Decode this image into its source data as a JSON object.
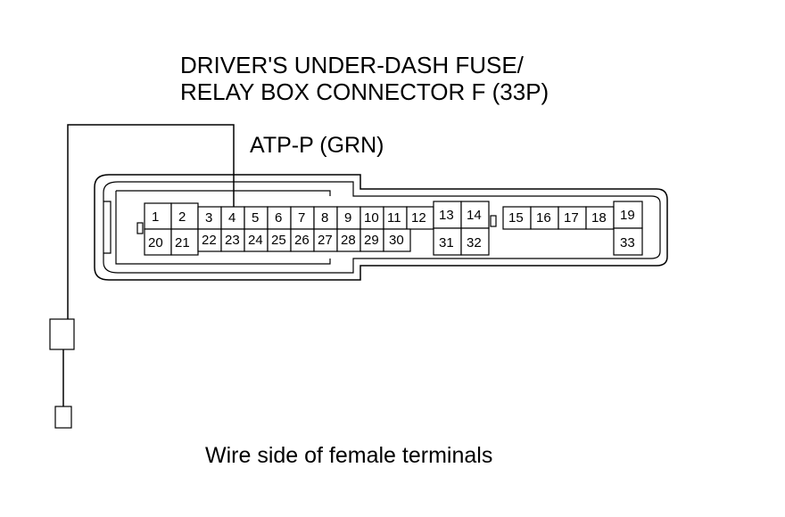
{
  "title": {
    "line1": "DRIVER'S UNDER-DASH FUSE/",
    "line2": "RELAY BOX CONNECTOR F (33P)"
  },
  "wire_label": "ATP-P (GRN)",
  "caption": "Wire side of female terminals",
  "connector": {
    "upper_row": [
      "1",
      "2",
      "3",
      "4",
      "5",
      "6",
      "7",
      "8",
      "9",
      "10",
      "11",
      "12",
      "13",
      "14",
      "15",
      "16",
      "17",
      "18",
      "19"
    ],
    "lower_row": [
      "20",
      "21",
      "22",
      "23",
      "24",
      "25",
      "26",
      "27",
      "28",
      "29",
      "30",
      "31",
      "32",
      "33"
    ],
    "highlighted_terminal": "4"
  }
}
